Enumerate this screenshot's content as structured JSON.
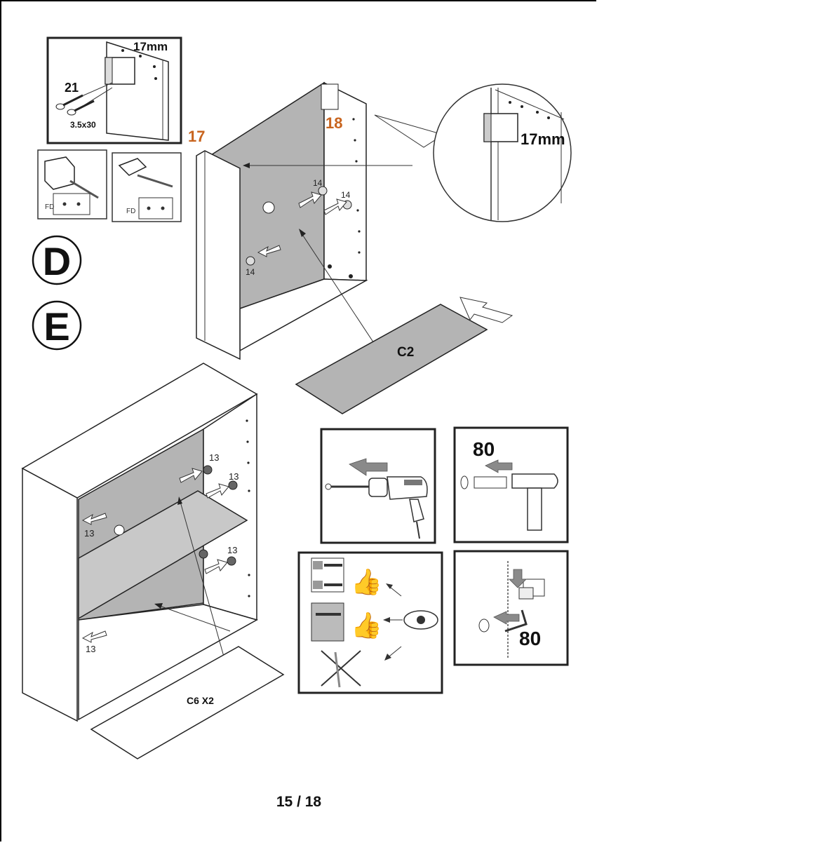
{
  "inset_top_left": {
    "thickness": "17mm",
    "part_number": "21",
    "screw_size": "3.5x30"
  },
  "step_letters": [
    "D",
    "E"
  ],
  "upper_cabinet": {
    "side_labels": [
      "17",
      "18"
    ],
    "fitting_labels": [
      "14",
      "14",
      "14"
    ],
    "panel_label": "C2",
    "zoom_thickness": "17mm"
  },
  "lower_cabinet": {
    "fitting_labels": [
      "13",
      "13",
      "13",
      "13",
      "13"
    ],
    "shelf_label": "C6 X2"
  },
  "tool_panels": {
    "hammer_size": "80",
    "screw_size": "80"
  },
  "page_number": "15 / 18",
  "colors": {
    "accent_orange": "#c8641e",
    "panel_grey": "#b4b4b4"
  }
}
